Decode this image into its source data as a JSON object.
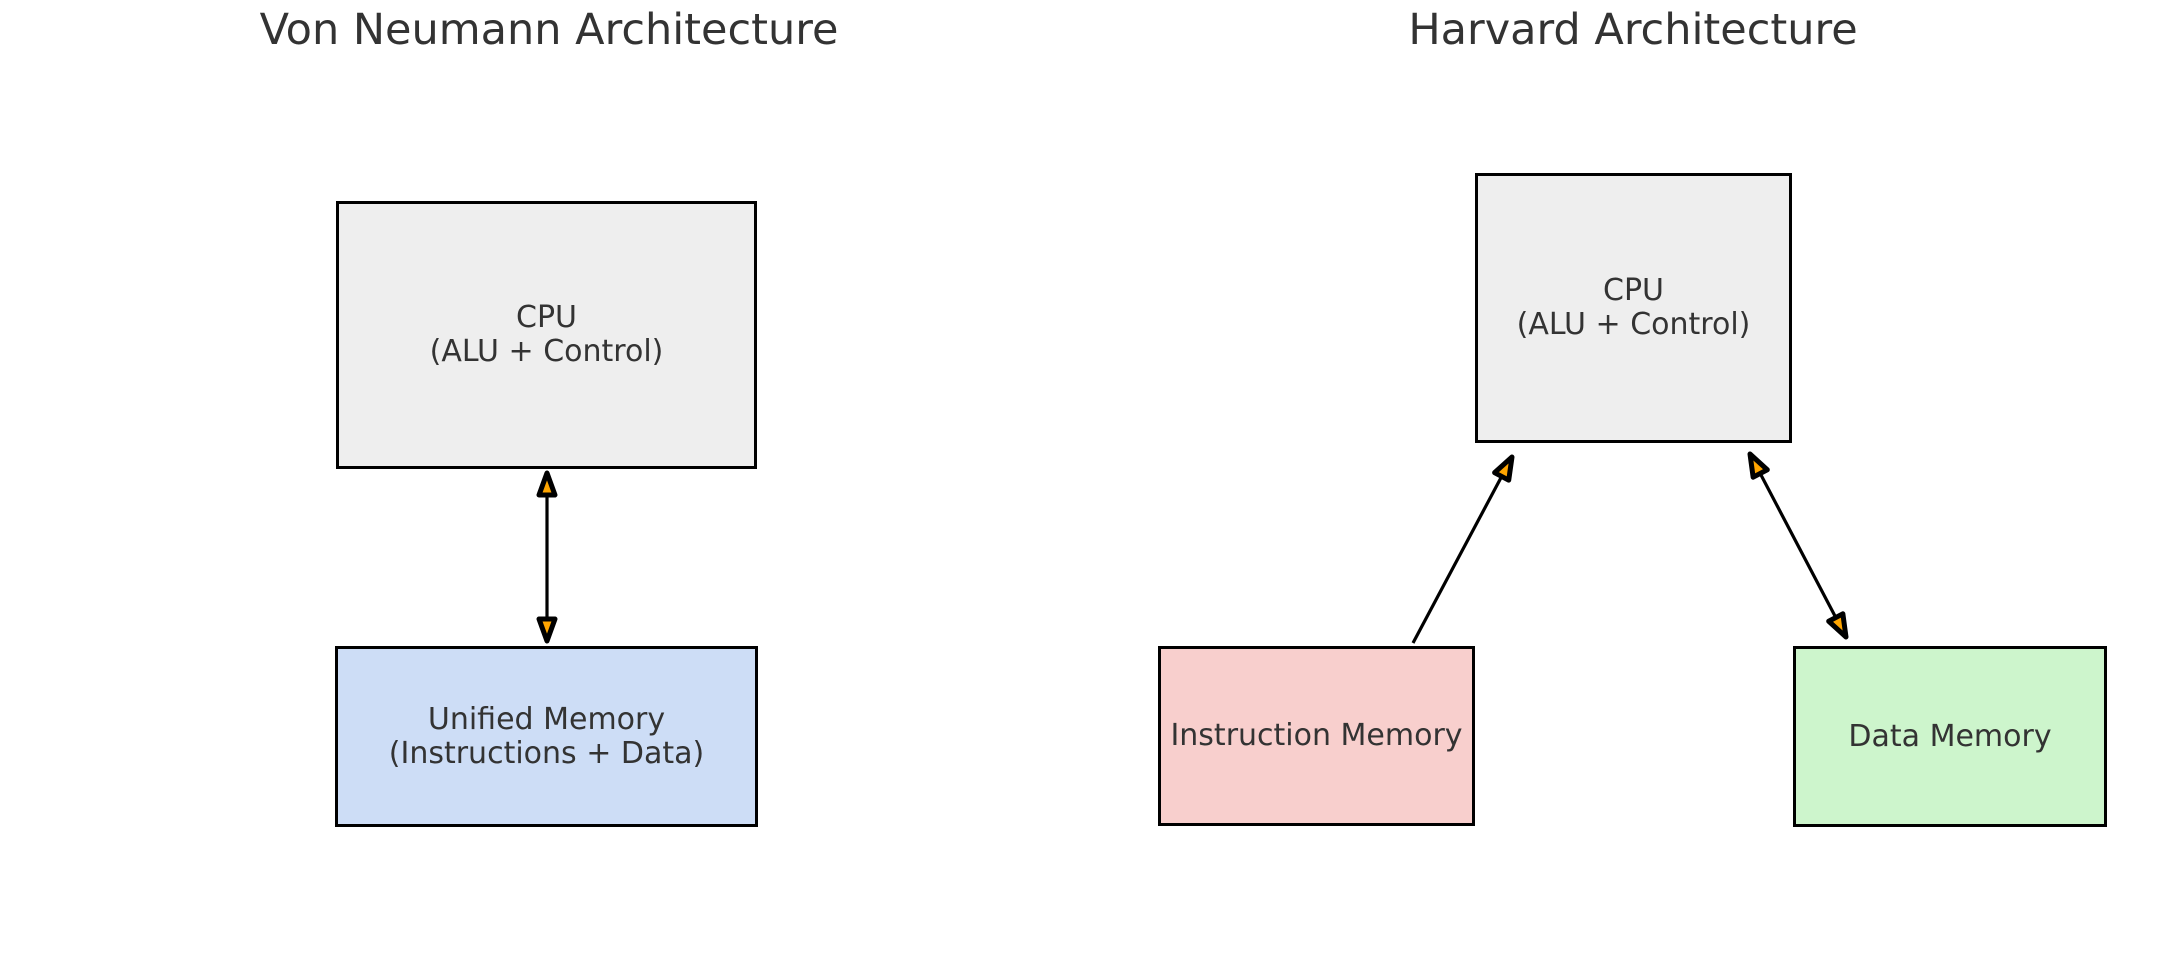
{
  "style": {
    "background": "#ffffff",
    "title_color": "#333333",
    "label_color": "#333333",
    "border_color": "#000000",
    "arrow_color": "#000000",
    "arrowhead_fill": "#ffa500"
  },
  "diagrams": [
    {
      "id": "von-neumann",
      "title": "Von Neumann Architecture",
      "nodes": [
        {
          "id": "cpu",
          "lines": [
            "CPU",
            "(ALU + Control)"
          ],
          "fill": "#eeeeee"
        },
        {
          "id": "unified-memory",
          "lines": [
            "Unified Memory",
            "(Instructions + Data)"
          ],
          "fill": "#cdddf6"
        }
      ],
      "edges": [
        {
          "from": "cpu",
          "to": "unified-memory",
          "arrowheads": "both"
        }
      ]
    },
    {
      "id": "harvard",
      "title": "Harvard Architecture",
      "nodes": [
        {
          "id": "cpu",
          "lines": [
            "CPU",
            "(ALU + Control)"
          ],
          "fill": "#eeeeee"
        },
        {
          "id": "instruction-memory",
          "lines": [
            "Instruction Memory"
          ],
          "fill": "#f8cfcd"
        },
        {
          "id": "data-memory",
          "lines": [
            "Data Memory"
          ],
          "fill": "#cdf5cc"
        }
      ],
      "edges": [
        {
          "from": "instruction-memory",
          "to": "cpu",
          "arrowheads": "end"
        },
        {
          "from": "cpu",
          "to": "data-memory",
          "arrowheads": "both"
        }
      ]
    }
  ]
}
